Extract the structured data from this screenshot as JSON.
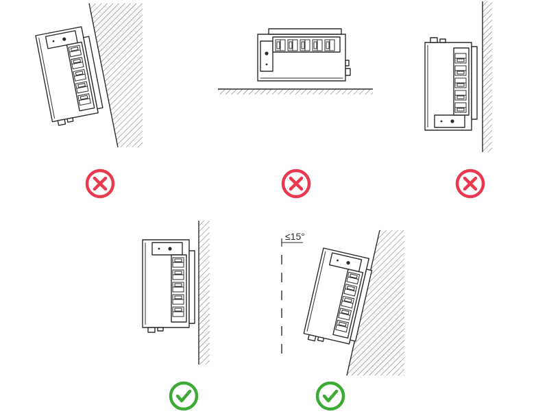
{
  "figure": {
    "angle_label": "≤15°",
    "scenarios": [
      {
        "id": "tilted-forward",
        "verdict": "incorrect",
        "icon": "cross-circle-icon",
        "color": "#e8394f"
      },
      {
        "id": "lying-flat",
        "verdict": "incorrect",
        "icon": "cross-circle-icon",
        "color": "#e8394f"
      },
      {
        "id": "upside-down",
        "verdict": "incorrect",
        "icon": "cross-circle-icon",
        "color": "#e8394f"
      },
      {
        "id": "vertical",
        "verdict": "correct",
        "icon": "check-circle-icon",
        "color": "#3daa35"
      },
      {
        "id": "tilted-back",
        "verdict": "correct",
        "icon": "check-circle-icon",
        "color": "#3daa35"
      }
    ]
  }
}
